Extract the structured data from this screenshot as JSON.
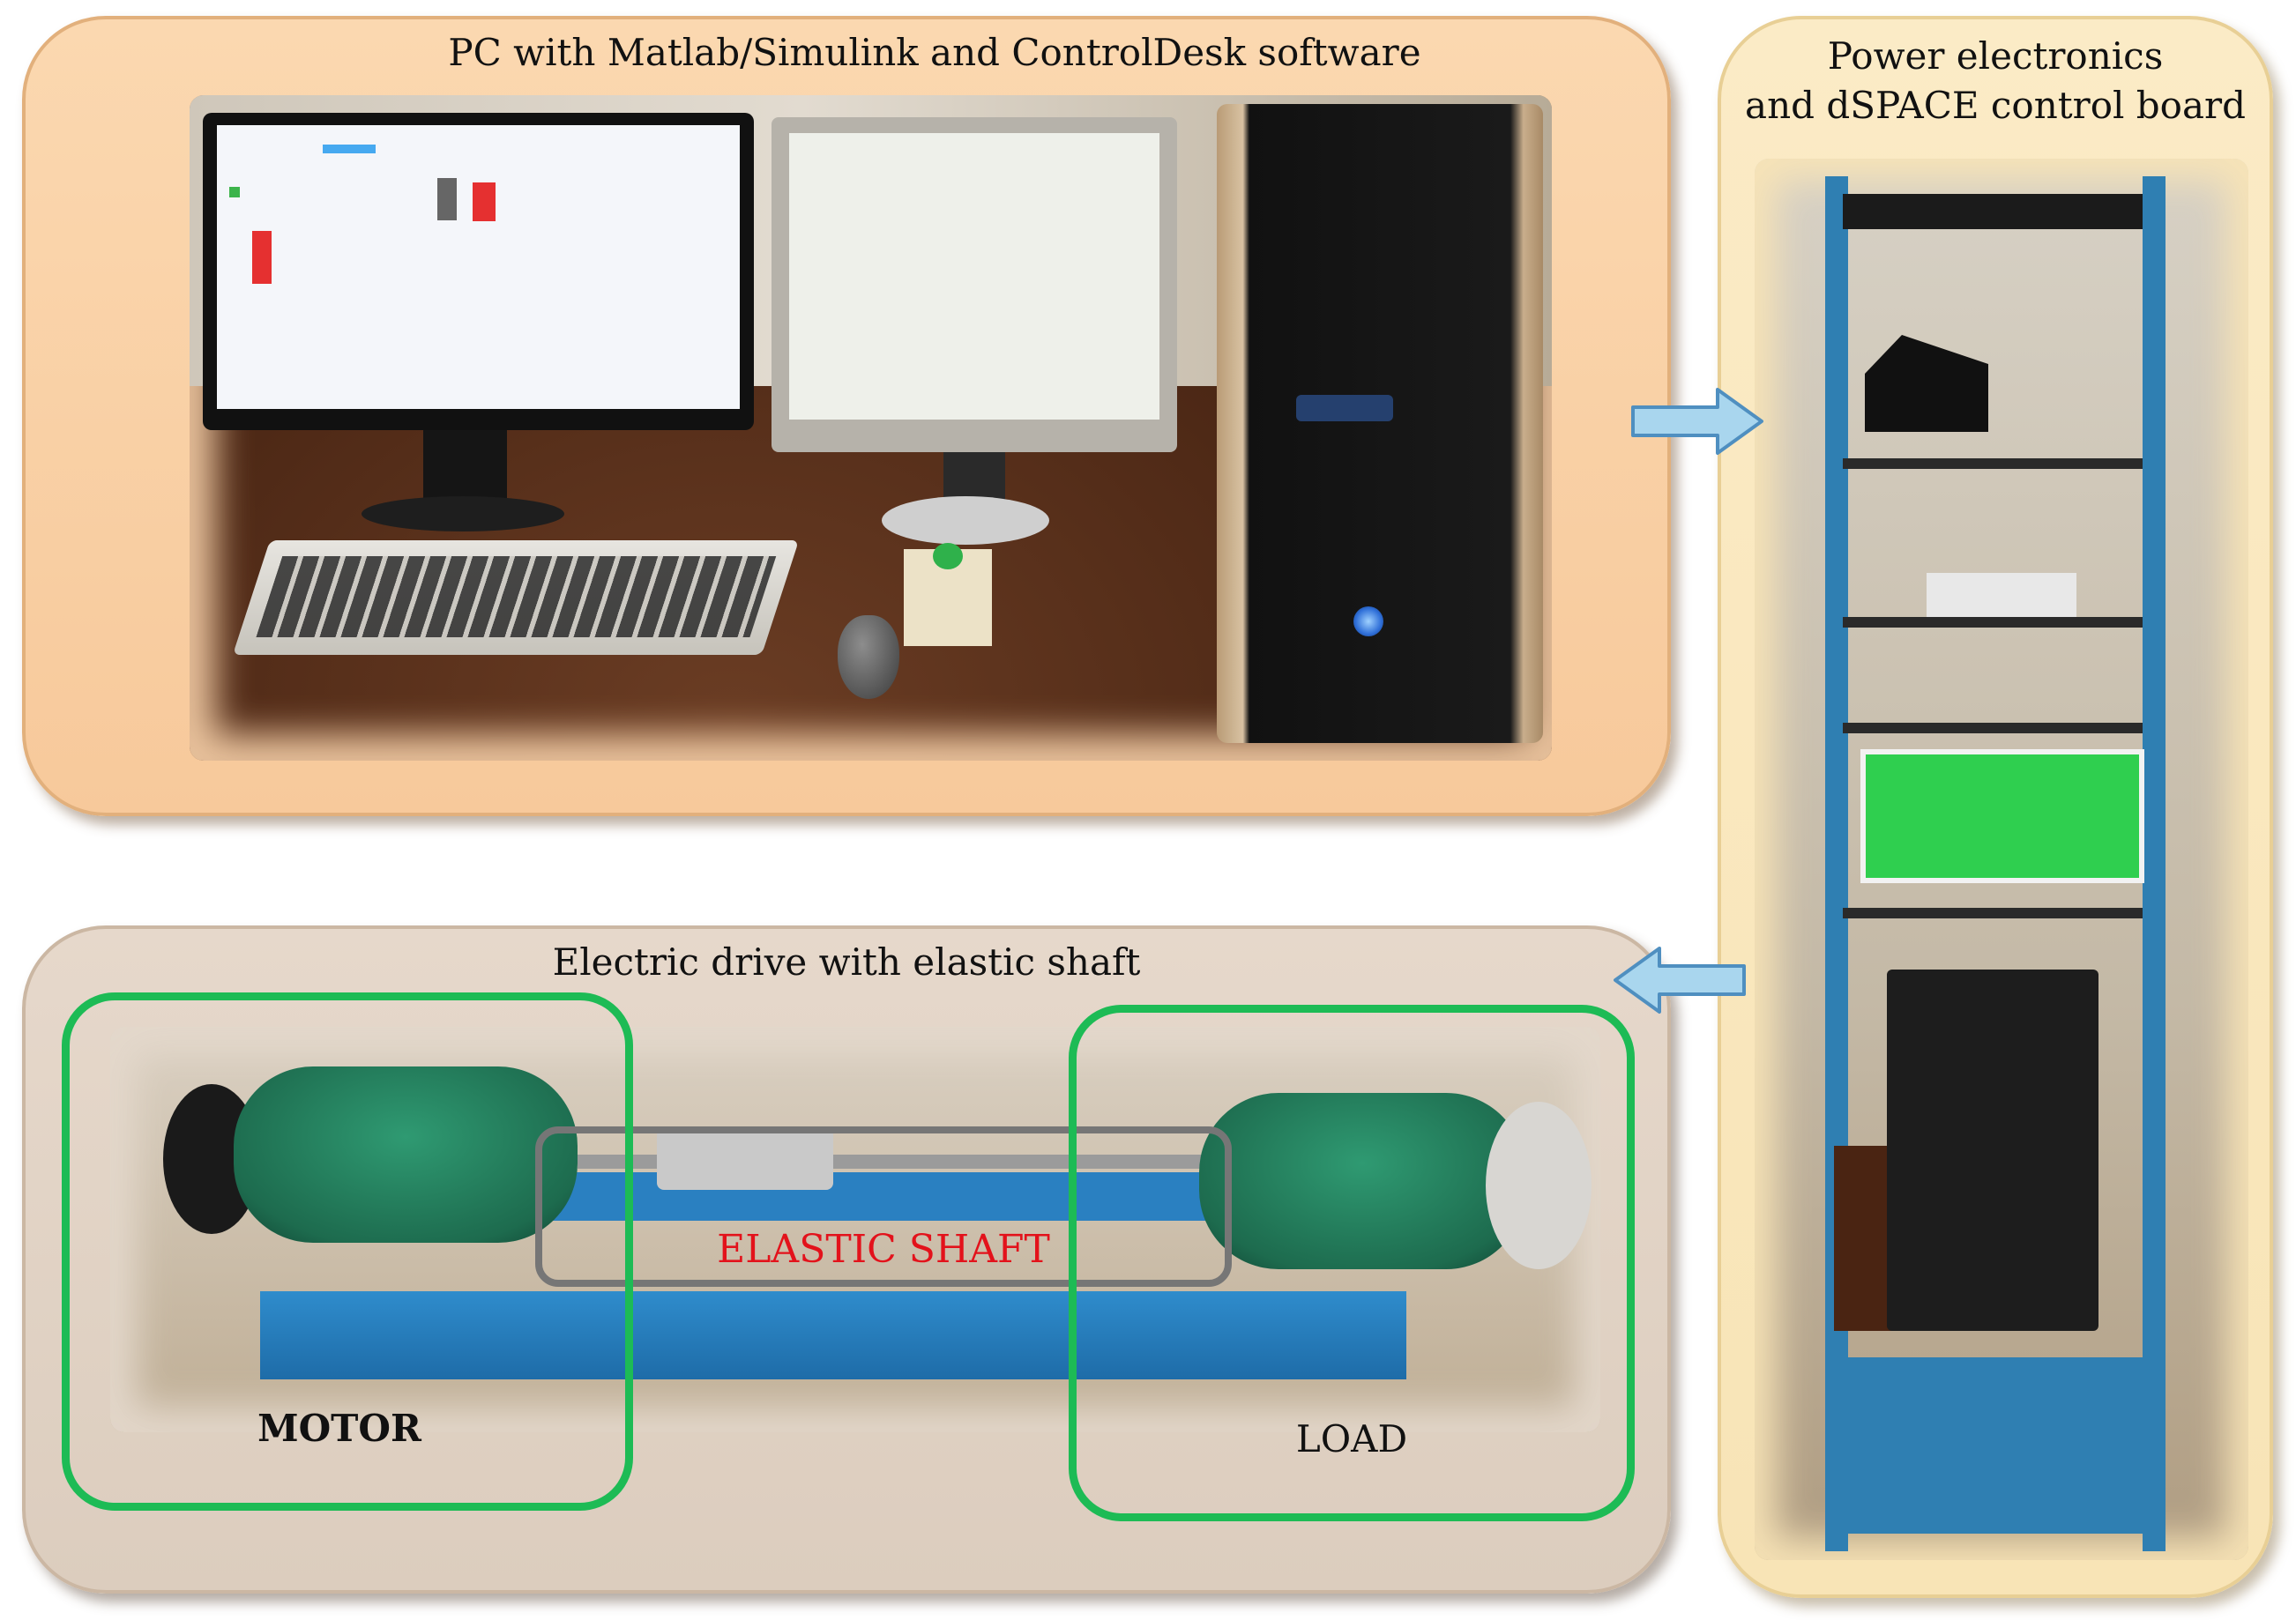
{
  "panels": {
    "pc": {
      "title": "PC with Matlab/Simulink and ControlDesk software"
    },
    "power": {
      "title_line1": "Power electronics",
      "title_line2": "and dSPACE control board"
    },
    "drive": {
      "title": "Electric drive with elastic shaft",
      "labels": {
        "elastic_shaft": "ELASTIC SHAFT",
        "motor": "MOTOR",
        "load": "LOAD"
      }
    }
  },
  "colors": {
    "pc_panel": "#f9d0a4",
    "power_panel": "#f9e8be",
    "drive_panel": "#e2d4c6",
    "highlight_green": "#1dbb55",
    "shaft_frame_gray": "#767676",
    "shaft_label_red": "#e3121b",
    "arrow_fill": "#a9d6ee",
    "arrow_stroke": "#4f8fc0"
  },
  "icons": {
    "flow_arrow_right": "arrow-right-icon",
    "flow_arrow_left": "arrow-left-icon"
  }
}
